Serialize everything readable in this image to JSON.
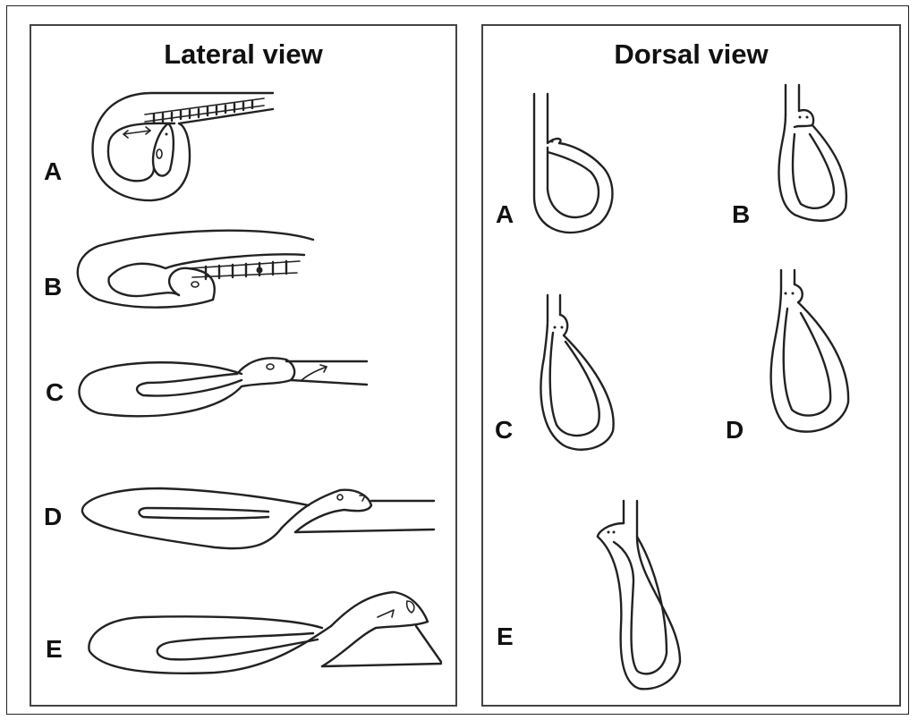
{
  "lateral": {
    "title": "Lateral view",
    "labels": [
      "A",
      "B",
      "C",
      "D",
      "E"
    ]
  },
  "dorsal": {
    "title": "Dorsal view",
    "labels": [
      "A",
      "B",
      "C",
      "D",
      "E"
    ]
  }
}
